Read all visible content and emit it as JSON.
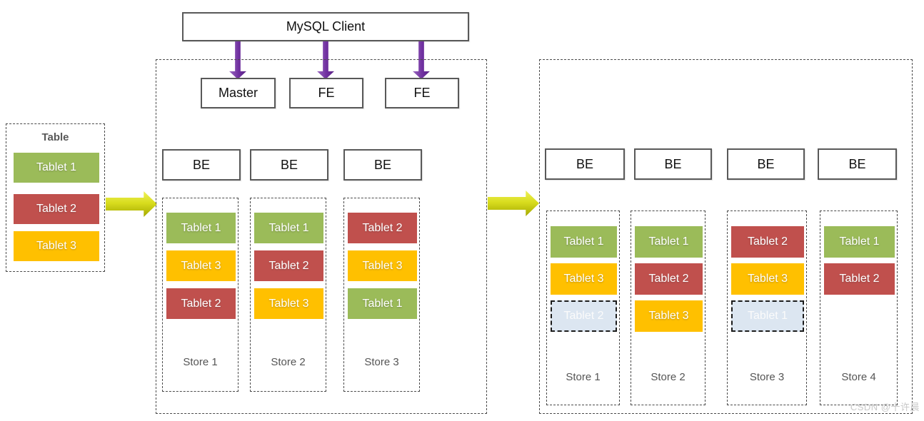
{
  "client": {
    "label": "MySQL Client"
  },
  "source_table": {
    "title": "Table",
    "tablets": [
      {
        "label": "Tablet 1",
        "color": "green"
      },
      {
        "label": "Tablet 2",
        "color": "red"
      },
      {
        "label": "Tablet 3",
        "color": "yellow"
      }
    ]
  },
  "before": {
    "frontends": [
      {
        "label": "Master"
      },
      {
        "label": "FE"
      },
      {
        "label": "FE"
      }
    ],
    "backends": [
      {
        "label": "BE"
      },
      {
        "label": "BE"
      },
      {
        "label": "BE"
      }
    ],
    "stores": [
      {
        "name": "Store 1",
        "tablets": [
          {
            "label": "Tablet 1",
            "color": "green"
          },
          {
            "label": "Tablet 3",
            "color": "yellow"
          },
          {
            "label": "Tablet 2",
            "color": "red"
          }
        ]
      },
      {
        "name": "Store 2",
        "tablets": [
          {
            "label": "Tablet 1",
            "color": "green"
          },
          {
            "label": "Tablet 2",
            "color": "red"
          },
          {
            "label": "Tablet 3",
            "color": "yellow"
          }
        ]
      },
      {
        "name": "Store 3",
        "tablets": [
          {
            "label": "Tablet 2",
            "color": "red"
          },
          {
            "label": "Tablet 3",
            "color": "yellow"
          },
          {
            "label": "Tablet 1",
            "color": "green"
          }
        ]
      }
    ]
  },
  "after": {
    "backends": [
      {
        "label": "BE"
      },
      {
        "label": "BE"
      },
      {
        "label": "BE"
      },
      {
        "label": "BE"
      }
    ],
    "stores": [
      {
        "name": "Store 1",
        "tablets": [
          {
            "label": "Tablet 1",
            "color": "green"
          },
          {
            "label": "Tablet 3",
            "color": "yellow"
          },
          {
            "label": "Tablet 2",
            "color": "faded"
          }
        ]
      },
      {
        "name": "Store 2",
        "tablets": [
          {
            "label": "Tablet 1",
            "color": "green"
          },
          {
            "label": "Tablet 2",
            "color": "red"
          },
          {
            "label": "Tablet 3",
            "color": "yellow"
          }
        ]
      },
      {
        "name": "Store 3",
        "tablets": [
          {
            "label": "Tablet 2",
            "color": "red"
          },
          {
            "label": "Tablet 3",
            "color": "yellow"
          },
          {
            "label": "Tablet 1",
            "color": "faded"
          }
        ]
      },
      {
        "name": "Store 4",
        "tablets": [
          {
            "label": "Tablet 1",
            "color": "green"
          },
          {
            "label": "Tablet 2",
            "color": "red"
          }
        ]
      }
    ]
  },
  "colors": {
    "green": "#9BBB59",
    "red": "#C0504D",
    "yellow": "#FFC000",
    "faded": "#DCE6F1",
    "purple": "#7030A0",
    "flow": "#D9DD1E"
  },
  "watermark": "CSDN @十许晨"
}
